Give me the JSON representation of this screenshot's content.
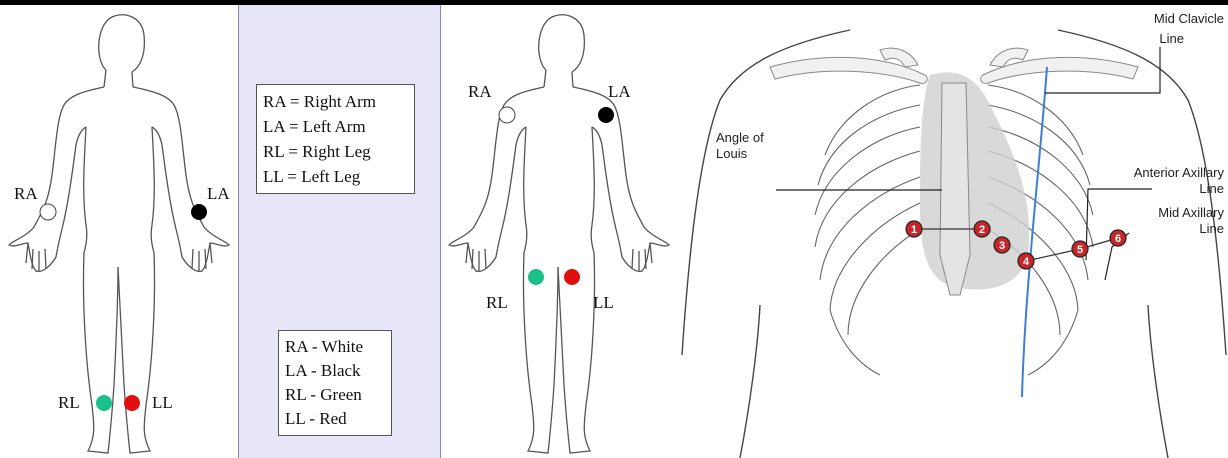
{
  "left_figure": {
    "labels": {
      "ra": "RA",
      "la": "LA",
      "rl": "RL",
      "ll": "LL"
    }
  },
  "legend": {
    "abbreviations": [
      "RA = Right Arm",
      "LA = Left Arm",
      "RL = Right Leg",
      "LL = Left Leg"
    ],
    "colors": [
      "RA - White",
      "LA - Black",
      "RL - Green",
      "LL - Red"
    ]
  },
  "middle_figure": {
    "labels": {
      "ra": "RA",
      "la": "LA",
      "rl": "RL",
      "ll": "LL"
    }
  },
  "chest": {
    "labels": {
      "mid_clavicle_1": "Mid Clavicle",
      "mid_clavicle_2": "Line",
      "angle_1": "Angle of",
      "angle_2": "Louis",
      "anterior_1": "Anterior Axillary",
      "anterior_2": "Line",
      "mid_axillary_1": "Mid Axillary",
      "mid_axillary_2": "Line"
    },
    "electrodes": [
      "1",
      "2",
      "3",
      "4",
      "5",
      "6"
    ]
  },
  "colors": {
    "white": "#ffffff",
    "black": "#000000",
    "green": "#1abf8a",
    "red": "#e01010",
    "legend_bg": "#e6e6f8",
    "electrode_red": "#c8262b",
    "mcl_line": "#3d7fd6"
  }
}
